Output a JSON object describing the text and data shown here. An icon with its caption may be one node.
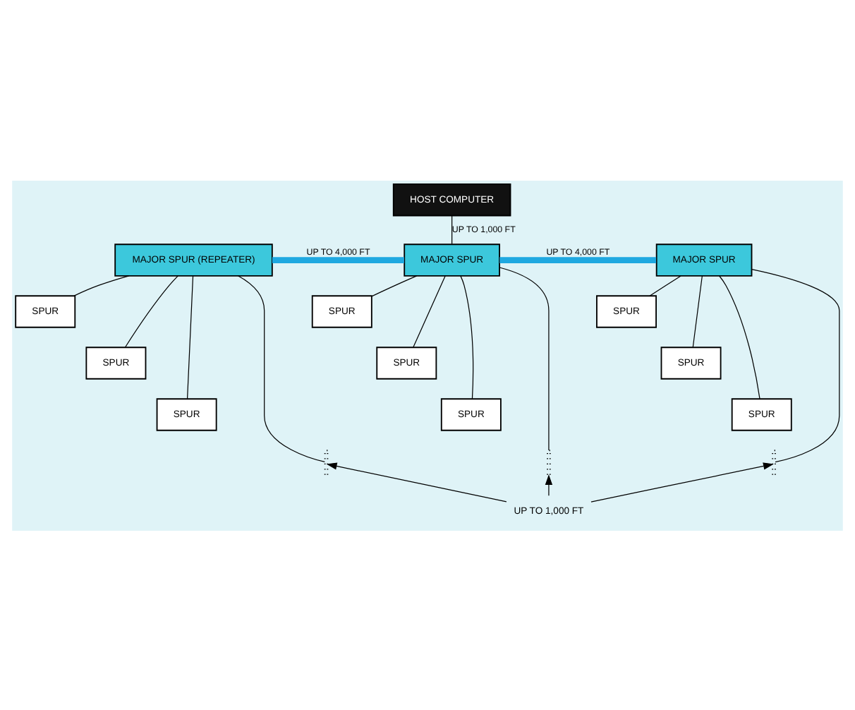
{
  "diagram": {
    "nodes": [
      {
        "text": [
          "HOST COMPUTER"
        ]
      },
      {
        "text": [
          "MAJOR SPUR (REPEATER)"
        ]
      },
      {
        "text": [
          "MAJOR SPUR"
        ]
      },
      {
        "text": [
          "MAJOR SPUR"
        ]
      },
      {
        "text": [
          "SPUR"
        ]
      },
      {
        "text": [
          "SPUR"
        ]
      },
      {
        "text": [
          "SPUR"
        ]
      },
      {
        "text": [
          "SPUR"
        ]
      },
      {
        "text": [
          "SPUR"
        ]
      },
      {
        "text": [
          "SPUR"
        ]
      },
      {
        "text": [
          "SPUR"
        ]
      },
      {
        "text": [
          "SPUR"
        ]
      },
      {
        "text": [
          "SPUR"
        ]
      },
      {
        "text": [],
        "shape": "bar"
      },
      {
        "text": [],
        "shape": "bar"
      },
      {
        "text": [],
        "shape": "bar"
      },
      {
        "text": [
          "UP TO 1,000 FT"
        ]
      }
    ],
    "edges": [
      {
        "from": 0,
        "to": 2,
        "arrow": "none",
        "label": "UP TO 1,000 FT"
      },
      {
        "from": 1,
        "to": 2,
        "arrow": "none",
        "label": "UP TO 4,000 FT",
        "style": "thick",
        "color": "#1fa8e0"
      },
      {
        "from": 2,
        "to": 3,
        "arrow": "none",
        "label": "UP TO 4,000 FT",
        "style": "thick",
        "color": "#1fa8e0"
      },
      {
        "from": 1,
        "to": 4,
        "arrow": "none"
      },
      {
        "from": 1,
        "to": 5,
        "arrow": "none"
      },
      {
        "from": 1,
        "to": 6,
        "arrow": "none"
      },
      {
        "from": 2,
        "to": 7,
        "arrow": "none"
      },
      {
        "from": 2,
        "to": 8,
        "arrow": "none"
      },
      {
        "from": 2,
        "to": 9,
        "arrow": "none"
      },
      {
        "from": 3,
        "to": 10,
        "arrow": "none"
      },
      {
        "from": 3,
        "to": 11,
        "arrow": "none"
      },
      {
        "from": 3,
        "to": 12,
        "arrow": "none"
      },
      {
        "from": 1,
        "to": 13,
        "arrow": "none"
      },
      {
        "from": 2,
        "to": 14,
        "arrow": "none"
      },
      {
        "from": 3,
        "to": 15,
        "arrow": "none"
      },
      {
        "from": 16,
        "to": 13,
        "arrow": "to"
      },
      {
        "from": 16,
        "to": 14,
        "arrow": "to"
      },
      {
        "from": 16,
        "to": 15,
        "arrow": "to"
      }
    ]
  }
}
